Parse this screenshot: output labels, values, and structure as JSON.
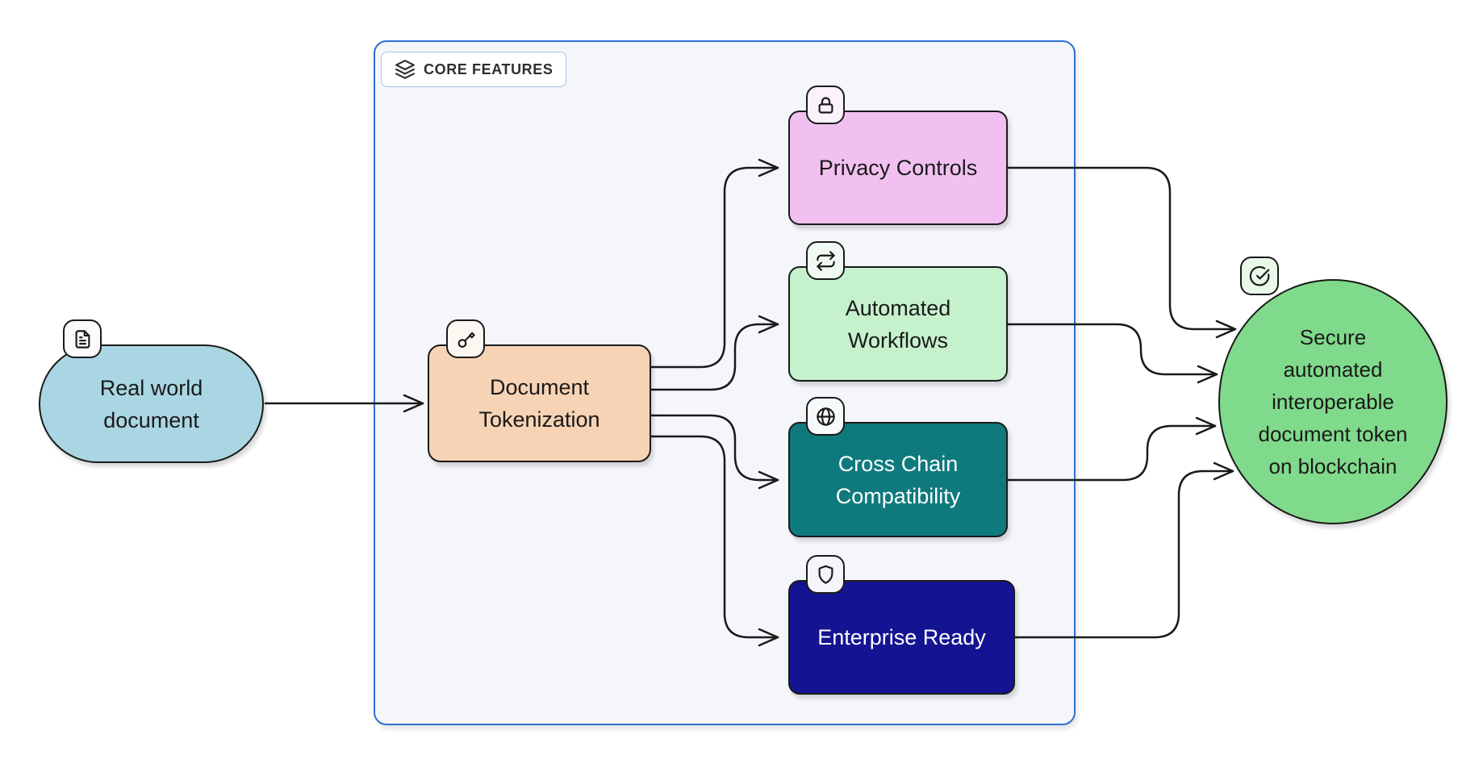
{
  "diagram": {
    "title_label": "CORE FEATURES",
    "colors": {
      "background": "#ffffff",
      "stroke": "#1a1a1a",
      "container_border": "#2e6fd0",
      "container_fill": "#f4f6fa",
      "label_border": "#a9c3e8"
    },
    "container": {
      "label": "CORE FEATURES",
      "icon": "layers-icon"
    },
    "nodes": {
      "real_world": {
        "line1": "Real world",
        "line2": "document",
        "fill": "#aad6e3",
        "text_color": "#1a1a1a",
        "icon": "file-text-icon",
        "badge_fill": "#fafbfc",
        "shape": "stadium"
      },
      "tokenization": {
        "line1": "Document",
        "line2": "Tokenization",
        "fill": "#f7d3b5",
        "text_color": "#1a1a1a",
        "icon": "key-icon",
        "badge_fill": "#fdf7f1",
        "shape": "rounded-rect"
      },
      "privacy": {
        "line1": "Privacy Controls",
        "fill": "#f1c0f0",
        "text_color": "#1a1a1a",
        "icon": "lock-icon",
        "badge_fill": "#fbf2fb",
        "shape": "rounded-rect"
      },
      "workflows": {
        "line1": "Automated",
        "line2": "Workflows",
        "fill": "#c6f1cd",
        "text_color": "#1a1a1a",
        "icon": "repeat-icon",
        "badge_fill": "#f1faf2",
        "shape": "rounded-rect"
      },
      "crosschain": {
        "line1": "Cross Chain",
        "line2": "Compatibility",
        "fill": "#0f7a7e",
        "text_color": "#ffffff",
        "icon": "globe-icon",
        "badge_fill": "#f6fafa",
        "shape": "rounded-rect"
      },
      "enterprise": {
        "line1": "Enterprise Ready",
        "fill": "#141492",
        "text_color": "#ffffff",
        "icon": "shield-icon",
        "badge_fill": "#f4f4fa",
        "shape": "rounded-rect"
      },
      "outcome": {
        "line1": "Secure",
        "line2": "automated",
        "line3": "interoperable",
        "line4": "document token",
        "line5": "on blockchain",
        "fill": "#80da8b",
        "text_color": "#1a1a1a",
        "icon": "check-circle-icon",
        "badge_fill": "#e9f8e9",
        "shape": "ellipse"
      }
    },
    "edges": [
      {
        "from": "real_world",
        "to": "tokenization"
      },
      {
        "from": "tokenization",
        "to": "privacy"
      },
      {
        "from": "tokenization",
        "to": "workflows"
      },
      {
        "from": "tokenization",
        "to": "crosschain"
      },
      {
        "from": "tokenization",
        "to": "enterprise"
      },
      {
        "from": "privacy",
        "to": "outcome"
      },
      {
        "from": "workflows",
        "to": "outcome"
      },
      {
        "from": "crosschain",
        "to": "outcome"
      },
      {
        "from": "enterprise",
        "to": "outcome"
      }
    ]
  }
}
